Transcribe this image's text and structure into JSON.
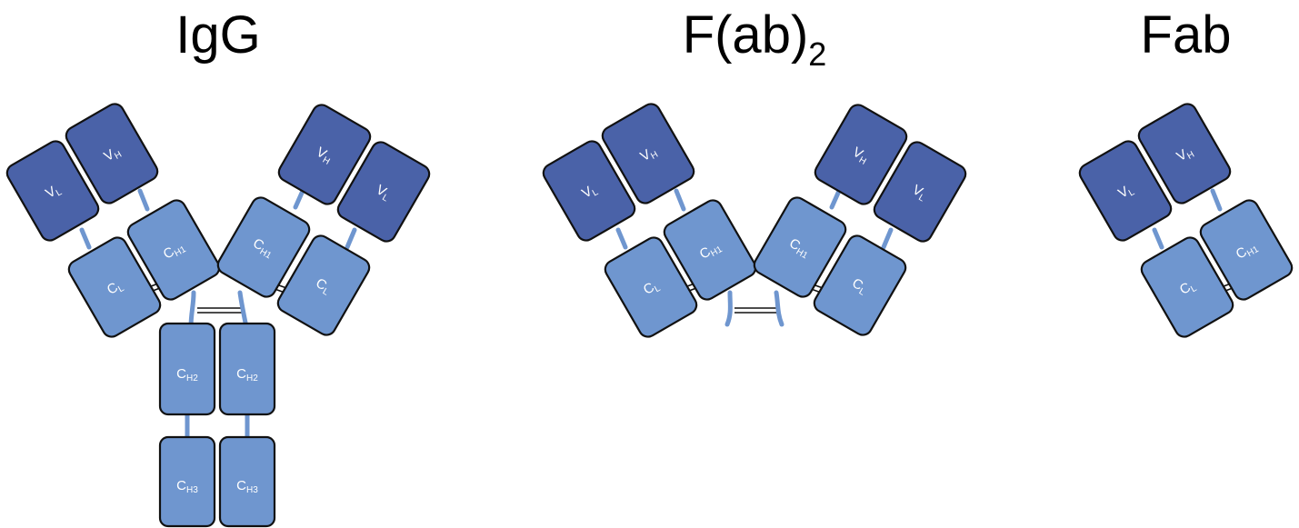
{
  "titles": {
    "igg": "IgG",
    "fab2_main": "F(ab)",
    "fab2_sub": "2",
    "fab": "Fab"
  },
  "domain_labels": {
    "vh": {
      "base": "V",
      "sub": "H"
    },
    "vl": {
      "base": "V",
      "sub": "L"
    },
    "ch1": {
      "base": "C",
      "sub": "H1"
    },
    "cl": {
      "base": "C",
      "sub": "L"
    },
    "ch2": {
      "base": "C",
      "sub": "H2"
    },
    "ch3": {
      "base": "C",
      "sub": "H3"
    }
  },
  "colors": {
    "variable_domain": "#4a62a8",
    "constant_domain": "#6f96cf",
    "outline": "#111111",
    "background": "#ffffff"
  }
}
